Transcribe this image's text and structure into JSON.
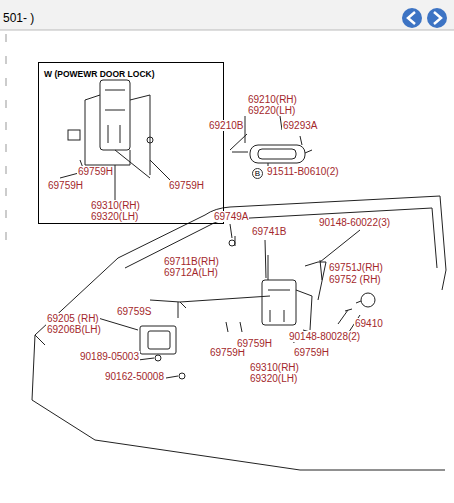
{
  "diagram": {
    "nodes": [
      {
        "text": [
          "W (POWEWR DOOR LOCK)"
        ]
      }
    ],
    "labels": [
      "501- )",
      "69759H",
      "69759H",
      "69759H",
      "69310(RH)",
      "69320(LH)",
      "69210(RH)",
      "69220(LH)",
      "69210B",
      "69293A",
      "B",
      "91511-B0610(2)",
      "69749A",
      "69741B",
      "90148-60022(3)",
      "69711B(RH)",
      "69712A(LH)",
      "69751J(RH)",
      "69752 (RH)",
      "69759S",
      "69205 (RH)",
      "69206B(LH)",
      "69410",
      "90148-80028(2)",
      "90189-05003",
      "90162-50008",
      "69759H",
      "69759H",
      "69759H",
      "69310(RH)",
      "69320(LH)"
    ]
  }
}
